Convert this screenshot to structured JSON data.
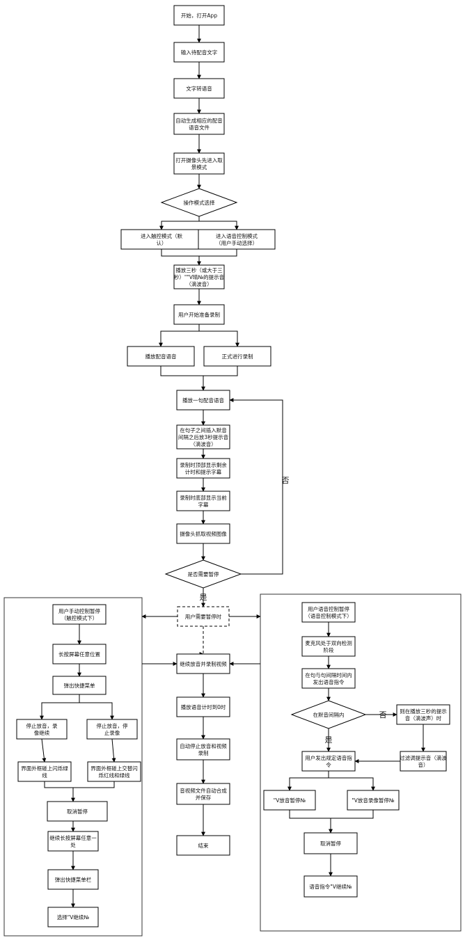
{
  "nodes": {
    "start": "开始，打开App",
    "input_text": "输入待配音文字",
    "tts": "文字转语音",
    "gen_file": "自动生成相应的配音\n语音文件",
    "camera": "打开摄像头先进入取\n景模式",
    "mode_select": "操作模式选择",
    "touch_mode": "进入触控模式（默\n认）",
    "voice_mode": "进入语音控制模式\n（用户手动选择）",
    "beep": "播放三秒（或大于三\n秒）\"​\"Ⅴ​晴№的提示音\n（滴波音）",
    "prepare": "用户开始准备录制",
    "play_dub": "播放配音语音",
    "record": "正式进行录制",
    "play_sentence": "播放一句配音语音",
    "insert_silence": "在句子之间插入默音\n间隔之后放3秒提示音\n（滴波音）",
    "top_countdown": "录制时顶部显示剩余\n计时和提示字幕",
    "bottom_subtitle": "录制时底部显示当前\n字幕",
    "capture": "摄像头抓取视频图像",
    "need_pause": "是否需要暂停",
    "user_pause": "用户需要暂停时",
    "continue_play": "继续放音并录制视频",
    "countdown_zero": "播放语音计时到0时",
    "auto_stop": "自动停止放音和视频\n录制",
    "merge_save": "音视频文件自动合成\n并保存",
    "end": "结束",
    "L_manual_pause": "用户手动控制暂停\n（触控模式下）",
    "L_long_press": "长按屏幕任意位置",
    "L_quick_menu": "弹出快捷菜单",
    "L_stop_keep": "停止放音，录\n像继续",
    "L_stop_both": "停止放音，停\n止录像",
    "L_flash_green": "界面外框碰上闪烁绿\n线",
    "L_flash_red_green": "界面外框碰上交替闪\n烁红线和绿线",
    "L_cancel": "取消暂停",
    "L_long_press2": "继续长按屏幕任意一\n处",
    "L_quick_menu2": "弹出快捷菜单栏",
    "L_select_continue": "选择\"Ⅴ继续№",
    "R_voice_pause": "用户语音控制暂停\n（语音控制模式下）",
    "R_mic": "麦克风处于双向检测\n阶段",
    "R_issue_cmd": "在句与句间隔时间内\n发出语音指令",
    "R_in_silence": "在默音间隔内",
    "R_finish_beep": "则在播放三秒的提示\n音（滴波声）时",
    "R_user_cmd": "用户发出规定语音指\n令",
    "R_filter": "过滤调提示音（滴波\n音）",
    "R_pause_play": "\"Ⅴ放音暂停№",
    "R_pause_both": "\"Ⅴ放音录像暂停№",
    "R_cancel": "取消暂停",
    "R_voice_continue": "语音指令\"Ⅴ继续№"
  },
  "edge_labels": {
    "no_loop": "否",
    "yes_down": "是",
    "silence_no": "否",
    "silence_yes": "是"
  }
}
